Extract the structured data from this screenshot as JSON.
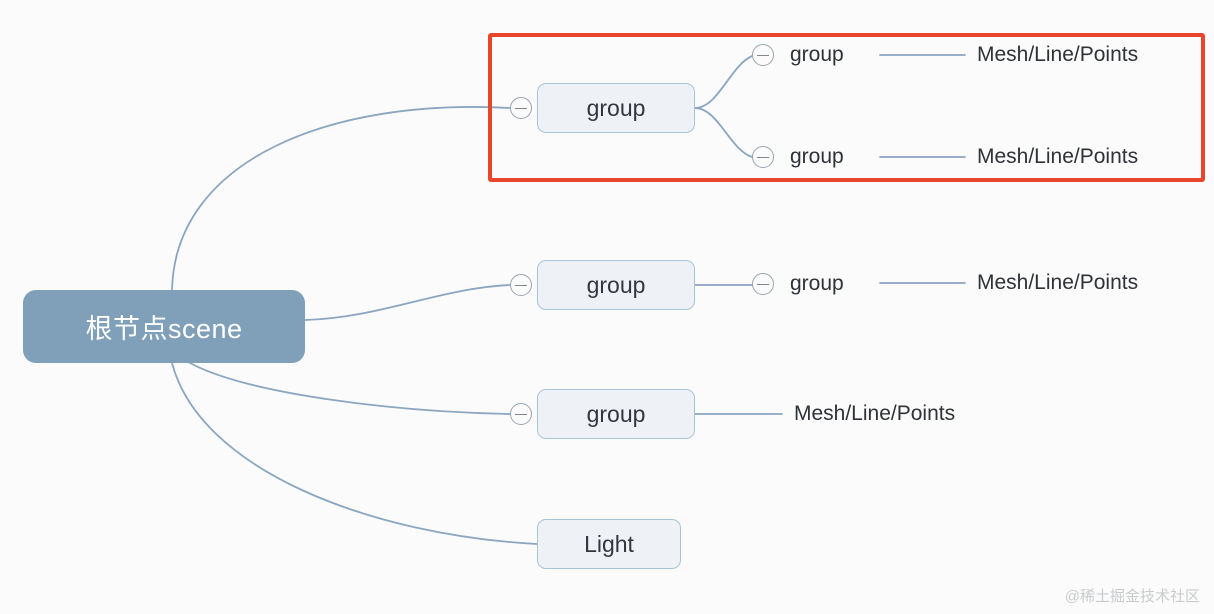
{
  "diagram": {
    "title": "Three.js scene graph mind map",
    "background_color": "#fbfbfb",
    "edge_color": "#8aa6c0",
    "highlight_color": "#e8452a",
    "root": {
      "label": "根节点scene",
      "fill_color": "#7fa0b8",
      "text_color": "#ffffff"
    },
    "branches": [
      {
        "id": "branch-1",
        "node_label": "group",
        "toggle": "collapse-toggle",
        "highlighted": true,
        "children": [
          {
            "label": "group",
            "toggle": "collapse-toggle",
            "leaf": "Mesh/Line/Points"
          },
          {
            "label": "group",
            "toggle": "collapse-toggle",
            "leaf": "Mesh/Line/Points"
          }
        ]
      },
      {
        "id": "branch-2",
        "node_label": "group",
        "toggle": "collapse-toggle",
        "highlighted": false,
        "children": [
          {
            "label": "group",
            "toggle": "collapse-toggle",
            "leaf": "Mesh/Line/Points"
          }
        ]
      },
      {
        "id": "branch-3",
        "node_label": "group",
        "toggle": "collapse-toggle",
        "highlighted": false,
        "children": [
          {
            "label": "Mesh/Line/Points",
            "toggle": null,
            "leaf": null
          }
        ]
      },
      {
        "id": "branch-4",
        "node_label": "Light",
        "toggle": null,
        "highlighted": false,
        "children": []
      }
    ],
    "watermark": "@稀土掘金技术社区"
  }
}
